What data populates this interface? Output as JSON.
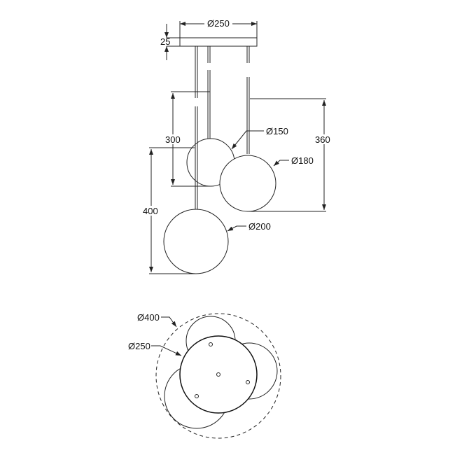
{
  "front_view": {
    "canopy_diameter": "Ø250",
    "canopy_height": "25",
    "drop_small": "300",
    "drop_medium": "360",
    "drop_large": "400",
    "globe_small": "Ø150",
    "globe_medium": "Ø180",
    "globe_large": "Ø200"
  },
  "top_view": {
    "overall_diameter": "Ø400",
    "canopy_diameter": "Ø250"
  }
}
